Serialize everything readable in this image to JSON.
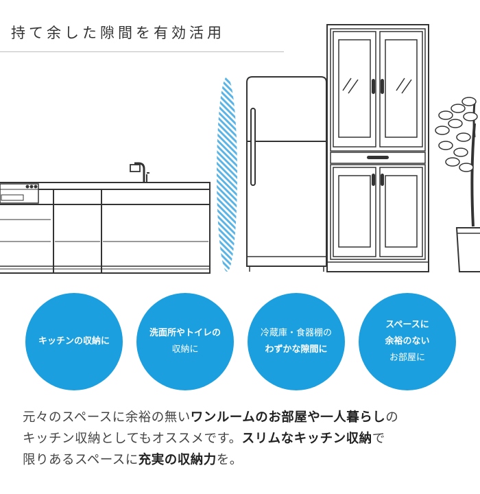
{
  "title": "持て余した隙間を有効活用",
  "accent_color": "#1b9fdf",
  "circles": [
    {
      "lines": [
        "キッチンの収納に"
      ],
      "bold": [
        true
      ]
    },
    {
      "lines": [
        "洗面所やトイレの",
        "収納に"
      ],
      "bold": [
        true,
        false
      ]
    },
    {
      "lines": [
        "冷蔵庫・食器棚の",
        "わずかな隙間に"
      ],
      "bold": [
        false,
        true
      ]
    },
    {
      "lines": [
        "スペースに",
        "余裕のない",
        "お部屋に"
      ],
      "bold": [
        true,
        true,
        false
      ]
    }
  ],
  "description": {
    "line1": [
      {
        "text": "元々のスペースに余裕の無い",
        "bold": false
      },
      {
        "text": "ワンルームのお部屋や一人暮らし",
        "bold": true
      },
      {
        "text": "の",
        "bold": false
      }
    ],
    "line2": [
      {
        "text": "キッチン収納としてもオススメです。",
        "bold": false
      },
      {
        "text": "スリムなキッチン収納",
        "bold": true
      },
      {
        "text": "で",
        "bold": false
      }
    ],
    "line3": [
      {
        "text": "限りあるスペースに",
        "bold": false
      },
      {
        "text": "充実の収納力",
        "bold": true
      },
      {
        "text": "を。",
        "bold": false
      }
    ]
  },
  "icons": [
    "kitchen-counter-illustration",
    "faucet-icon",
    "gap-highlight",
    "refrigerator-illustration",
    "cupboard-illustration",
    "potted-plant-illustration"
  ]
}
